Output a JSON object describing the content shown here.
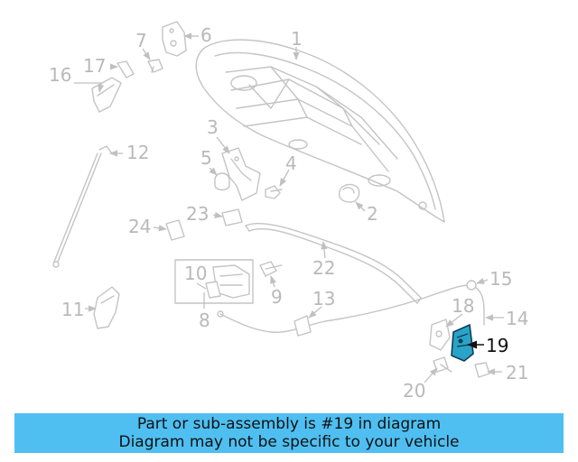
{
  "diagram": {
    "highlight_color": "#2aa3c9",
    "labels": [
      "1",
      "2",
      "3",
      "4",
      "5",
      "6",
      "7",
      "8",
      "9",
      "10",
      "11",
      "12",
      "13",
      "14",
      "15",
      "16",
      "17",
      "18",
      "19",
      "20",
      "21",
      "22",
      "23",
      "24"
    ],
    "highlighted_part": "19"
  },
  "banner": {
    "line1": "Part or sub-assembly is #19 in diagram",
    "line2": "Diagram may not be specific to your vehicle",
    "background": "#4fbff1"
  }
}
